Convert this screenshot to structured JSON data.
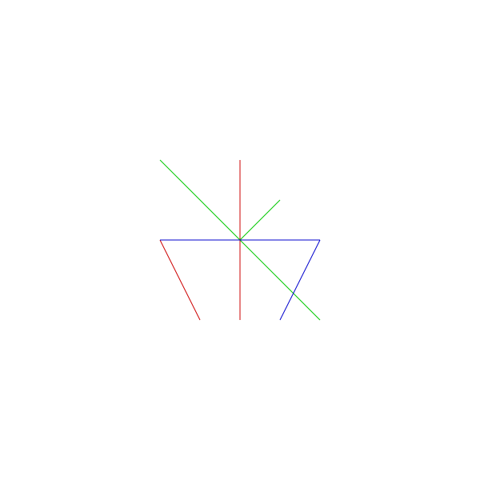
{
  "colors": {
    "background": "#ffffff",
    "red": "#cc0000",
    "green": "#00c800",
    "blue": "#0000cc"
  },
  "segments": [
    {
      "name": "red-vertical-line",
      "color": "red"
    },
    {
      "name": "red-diagonal-line",
      "color": "red"
    },
    {
      "name": "green-long-diagonal-line",
      "color": "green"
    },
    {
      "name": "green-short-diagonal-line",
      "color": "green"
    },
    {
      "name": "blue-horizontal-line",
      "color": "blue"
    },
    {
      "name": "blue-diagonal-line",
      "color": "blue"
    }
  ]
}
